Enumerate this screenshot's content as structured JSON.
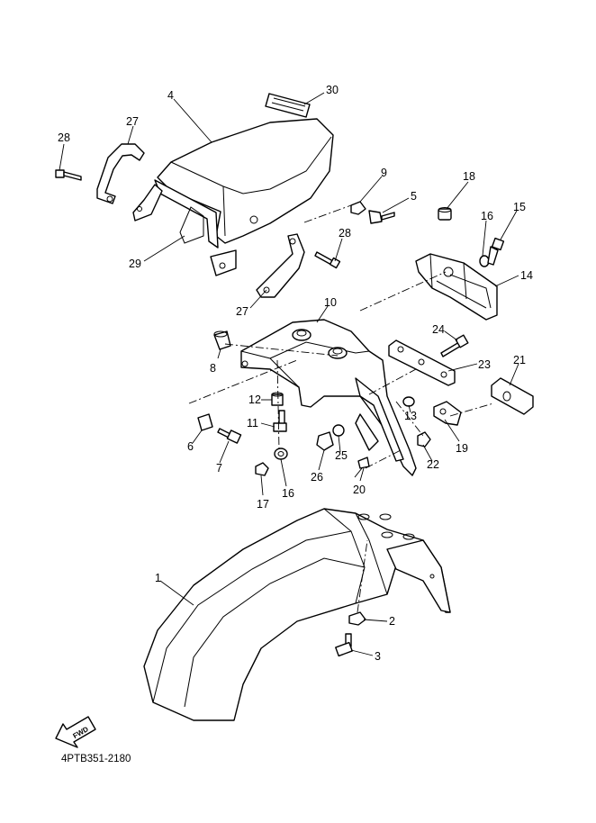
{
  "labels": {
    "n1": "1",
    "n2": "2",
    "n3": "3",
    "n4": "4",
    "n5": "5",
    "n6": "6",
    "n7": "7",
    "n8": "8",
    "n9": "9",
    "n10": "10",
    "n11": "11",
    "n12": "12",
    "n13": "13",
    "n14": "14",
    "n15": "15",
    "n16a": "16",
    "n16b": "16",
    "n17": "17",
    "n18": "18",
    "n19": "19",
    "n20": "20",
    "n21": "21",
    "n22": "22",
    "n23": "23",
    "n24": "24",
    "n25": "25",
    "n26": "26",
    "n27a": "27",
    "n27b": "27",
    "n28a": "28",
    "n28b": "28",
    "n29": "29",
    "n30": "30"
  },
  "fwd": "FWD",
  "code": "4PTB351-2180"
}
